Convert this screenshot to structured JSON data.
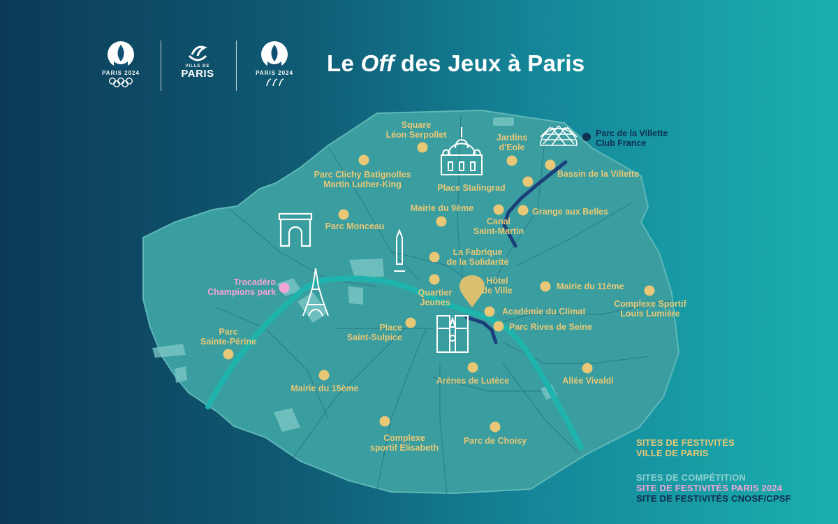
{
  "header": {
    "title_before": "Le ",
    "title_off": "Off",
    "title_after": " des Jeux à Paris",
    "logo_olympic_caption": "PARIS 2024",
    "logo_ville_line1": "VILLE DE",
    "logo_ville_line2": "PARIS",
    "logo_paralympic_caption": "PARIS 2024"
  },
  "colors": {
    "festivity_ville": "#e8c877",
    "competition": "#8fd0d0",
    "festivity_paris2024": "#f2a6d6",
    "festivity_cnosf": "#0f2f4f",
    "map_fill": "#3a9d9f",
    "seine": "#1fb3ad",
    "canal": "#1b3f7a"
  },
  "landmark_icons": [
    "sacre-coeur-icon",
    "arc-de-triomphe-icon",
    "obelisk-icon",
    "eiffel-tower-icon",
    "notre-dame-icon",
    "villette-dome-icon",
    "hotel-de-ville-pin-icon"
  ],
  "sites": [
    {
      "id": "square-leon-serpollet",
      "category": "ville",
      "lines": [
        "Square",
        "Léon Serpollet"
      ]
    },
    {
      "id": "jardins-eole",
      "category": "ville",
      "lines": [
        "Jardins",
        "d'Eole"
      ]
    },
    {
      "id": "parc-villette-club-france",
      "category": "cnosf",
      "lines": [
        "Parc de la Villette",
        "Club France"
      ]
    },
    {
      "id": "bassin-villette",
      "category": "ville",
      "lines": [
        "Bassin de la Villette"
      ]
    },
    {
      "id": "parc-clichy-batignolles",
      "category": "ville",
      "lines": [
        "Parc Clichy Batignolles",
        "Martin Luther-King"
      ]
    },
    {
      "id": "place-stalingrad",
      "category": "ville",
      "lines": [
        "Place Stalingrad"
      ]
    },
    {
      "id": "mairie-9",
      "category": "ville",
      "lines": [
        "Mairie du 9ème"
      ]
    },
    {
      "id": "grange-aux-belles",
      "category": "ville",
      "lines": [
        "Grange aux Belles"
      ]
    },
    {
      "id": "parc-monceau",
      "category": "ville",
      "lines": [
        "Parc Monceau"
      ]
    },
    {
      "id": "canal-saint-martin",
      "category": "ville",
      "lines": [
        "Canal",
        "Saint-Martin"
      ]
    },
    {
      "id": "fabrique-solidarite",
      "category": "ville",
      "lines": [
        "La Fabrique",
        "de la Solidarité"
      ]
    },
    {
      "id": "trocadero",
      "category": "paris2024",
      "lines": [
        "Trocadéro",
        "Champions park"
      ]
    },
    {
      "id": "hotel-de-ville",
      "category": "ville",
      "lines": [
        "Hôtel",
        "de Ville"
      ]
    },
    {
      "id": "quartier-jeunes",
      "category": "ville",
      "lines": [
        "Quartier",
        "Jeunes"
      ]
    },
    {
      "id": "mairie-11",
      "category": "ville",
      "lines": [
        "Mairie du 11ème"
      ]
    },
    {
      "id": "complexe-louis-lumiere",
      "category": "ville",
      "lines": [
        "Complexe Sportif",
        "Louis Lumière"
      ]
    },
    {
      "id": "academie-climat",
      "category": "ville",
      "lines": [
        "Académie du Climat"
      ]
    },
    {
      "id": "parc-rives-seine",
      "category": "ville",
      "lines": [
        "Parc Rives de Seine"
      ]
    },
    {
      "id": "place-saint-sulpice",
      "category": "ville",
      "lines": [
        "Place",
        "Saint-Sulpice"
      ]
    },
    {
      "id": "parc-sainte-perine",
      "category": "ville",
      "lines": [
        "Parc",
        "Sainte-Périne"
      ]
    },
    {
      "id": "arenes-lutece",
      "category": "ville",
      "lines": [
        "Arènes de Lutèce"
      ]
    },
    {
      "id": "allee-vivaldi",
      "category": "ville",
      "lines": [
        "Allée Vivaldi"
      ]
    },
    {
      "id": "mairie-15",
      "category": "ville",
      "lines": [
        "Mairie du 15ème"
      ]
    },
    {
      "id": "complexe-elisabeth",
      "category": "ville",
      "lines": [
        "Complexe",
        "sportif Elisabeth"
      ]
    },
    {
      "id": "parc-choisy",
      "category": "ville",
      "lines": [
        "Parc de Choisy"
      ]
    }
  ],
  "legend": {
    "ville_line1": "SITES DE FESTIVITÉS",
    "ville_line2": "VILLE DE PARIS",
    "competition": "SITES DE COMPÉTITION",
    "paris2024": "SITE DE FESTIVITÉS PARIS 2024",
    "cnosf": "SITE DE FESTIVITÉS CNOSF/CPSF"
  }
}
